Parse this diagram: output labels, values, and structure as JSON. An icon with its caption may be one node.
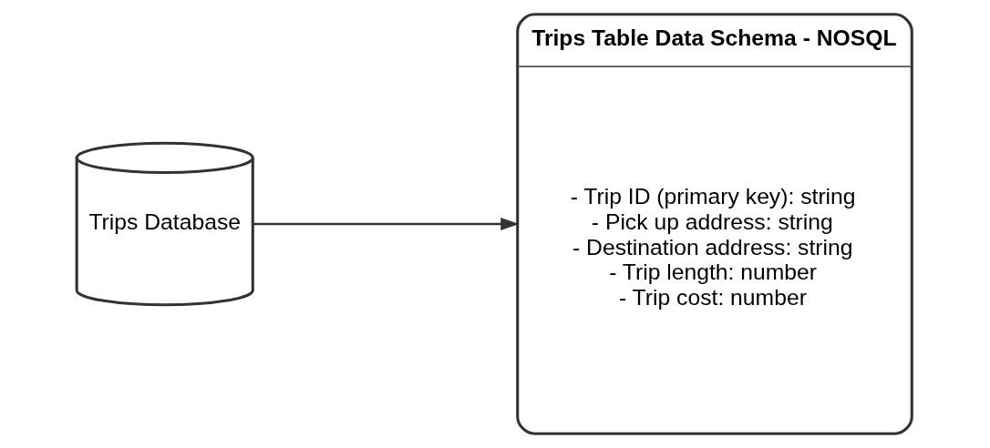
{
  "diagram": {
    "nodes": [
      {
        "text": [
          "Trips Database"
        ]
      },
      {
        "text": [
          "Trips Table Data Schema - NOSQL",
          "- Trip ID (primary key): string",
          "- Pick up address: string",
          "- Destination address: string",
          "- Trip length: number",
          "- Trip cost: number"
        ]
      }
    ],
    "edges": [
      {
        "from": 0,
        "to": 1,
        "arrow": "to"
      }
    ]
  }
}
